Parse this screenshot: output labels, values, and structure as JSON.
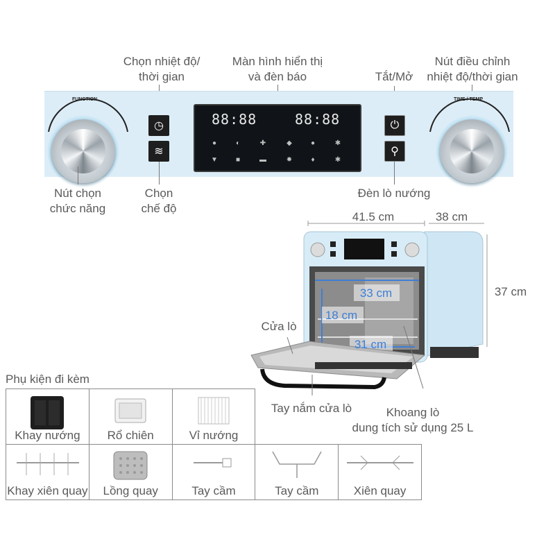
{
  "callouts": {
    "temp_time_select": [
      "Chọn nhiệt độ/",
      "thời gian"
    ],
    "display": [
      "Màn hình hiển thị",
      "và đèn báo"
    ],
    "power": "Tắt/Mở",
    "temp_time_knob": [
      "Nút điều chỉnh",
      "nhiệt độ/thời gian"
    ],
    "function_knob": [
      "Nút chọn",
      "chức năng"
    ],
    "mode_select": [
      "Chọn",
      "chế độ"
    ],
    "oven_light": "Đèn lò nướng"
  },
  "panel": {
    "function_label": "FUNCTION",
    "time_temp_label": "TIME / TEMP",
    "display_left": "88:88",
    "display_right": "88:88"
  },
  "dimensions": {
    "width": "41.5 cm",
    "depth": "38 cm",
    "height": "37 cm",
    "inner_width": "33 cm",
    "inner_height": "18 cm",
    "inner_depth": "31 cm"
  },
  "oven_callouts": {
    "door": "Cửa lò",
    "handle": "Tay nắm cửa lò",
    "cavity": [
      "Khoang lò",
      "dung tích sử dụng 25 L"
    ]
  },
  "accessories": {
    "title": "Phụ kiện đi kèm",
    "row1": [
      "Khay nướng",
      "Rổ chiên",
      "Vỉ nướng"
    ],
    "row2": [
      "Khay xiên quay",
      "Lồng quay",
      "Tay cầm",
      "Tay cầm",
      "Xiên quay"
    ]
  },
  "colors": {
    "panel": "#dcedf7",
    "dimension_highlight": "#3d7fd6",
    "display": "#101418"
  }
}
